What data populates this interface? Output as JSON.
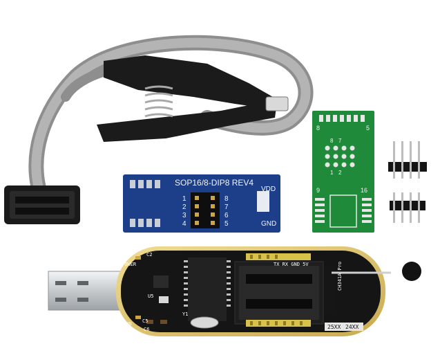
{
  "colors": {
    "background": "#ffffff",
    "blue_pcb": "#1d3f8a",
    "green_pcb": "#1f8a3a",
    "black_pcb": "#151515",
    "gold_edge": "#d8c170",
    "usb_metal": "#cfd3d6",
    "cable_gray": "#9a9a9a",
    "clip_black": "#1b1b1b"
  },
  "blue_adapter": {
    "title": "SOP16/8-DIP8 REV4",
    "label_vdd": "VDD",
    "label_gnd": "GND",
    "pins_left": [
      "1",
      "2",
      "3",
      "4"
    ],
    "pins_right": [
      "8",
      "7",
      "6",
      "5"
    ]
  },
  "green_adapter": {
    "corner_top_left": "8",
    "corner_top_right": "5",
    "mid_left": "9",
    "mid_right": "16",
    "grid_labels": [
      "8",
      "7",
      "1",
      "2"
    ]
  },
  "programmer": {
    "label_power": "POWER",
    "label_run": "RUN",
    "label_u5": "U5",
    "label_y1": "Y1",
    "label_c5": "C5",
    "label_c6": "C6",
    "label_c2": "C2",
    "label_tx_rx": "TX RX GND 5V",
    "label_chip": "CH341A Pro",
    "label_slot1": "25XX",
    "label_slot2": "24XX"
  }
}
